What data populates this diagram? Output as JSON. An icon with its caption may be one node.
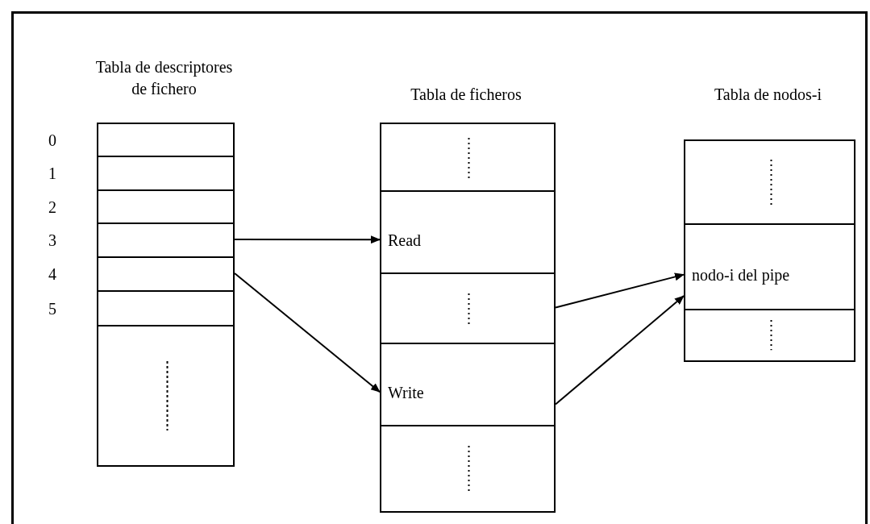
{
  "diagram": {
    "nodes": [
      {
        "text": [
          "Tabla de descriptores de fichero"
        ]
      },
      {
        "text": [],
        "shape": "box",
        "in": 0,
        "beside": [
          "0"
        ]
      },
      {
        "text": [],
        "shape": "box",
        "in": 0,
        "beside": [
          "1"
        ]
      },
      {
        "text": [],
        "shape": "box",
        "in": 0,
        "beside": [
          "2"
        ]
      },
      {
        "text": [],
        "shape": "box",
        "in": 0,
        "beside": [
          "3"
        ]
      },
      {
        "text": [],
        "shape": "box",
        "in": 0,
        "beside": [
          "4"
        ]
      },
      {
        "text": [],
        "shape": "box",
        "in": 0,
        "beside": [
          "5"
        ]
      },
      {
        "text": [],
        "shape": "box",
        "in": 0
      },
      {
        "text": [
          "Tabla de ficheros"
        ]
      },
      {
        "text": [],
        "shape": "box",
        "in": 8
      },
      {
        "text": [
          "Read"
        ],
        "in": 8
      },
      {
        "text": [],
        "shape": "box",
        "in": 8
      },
      {
        "text": [
          "Write"
        ],
        "in": 8
      },
      {
        "text": [],
        "shape": "box",
        "in": 8
      },
      {
        "text": [
          "Tabla de nodos-i"
        ]
      },
      {
        "text": [],
        "shape": "box",
        "in": 14
      },
      {
        "text": [
          "nodo-i del pipe"
        ],
        "in": 14
      },
      {
        "text": [],
        "shape": "box",
        "in": 14
      }
    ],
    "edges": [
      {
        "from": 4,
        "to": 10,
        "arrow": "to"
      },
      {
        "from": 5,
        "to": 12,
        "arrow": "to"
      },
      {
        "from": 11,
        "to": 16,
        "arrow": "to"
      },
      {
        "from": 12,
        "to": 16,
        "arrow": "to"
      }
    ]
  }
}
